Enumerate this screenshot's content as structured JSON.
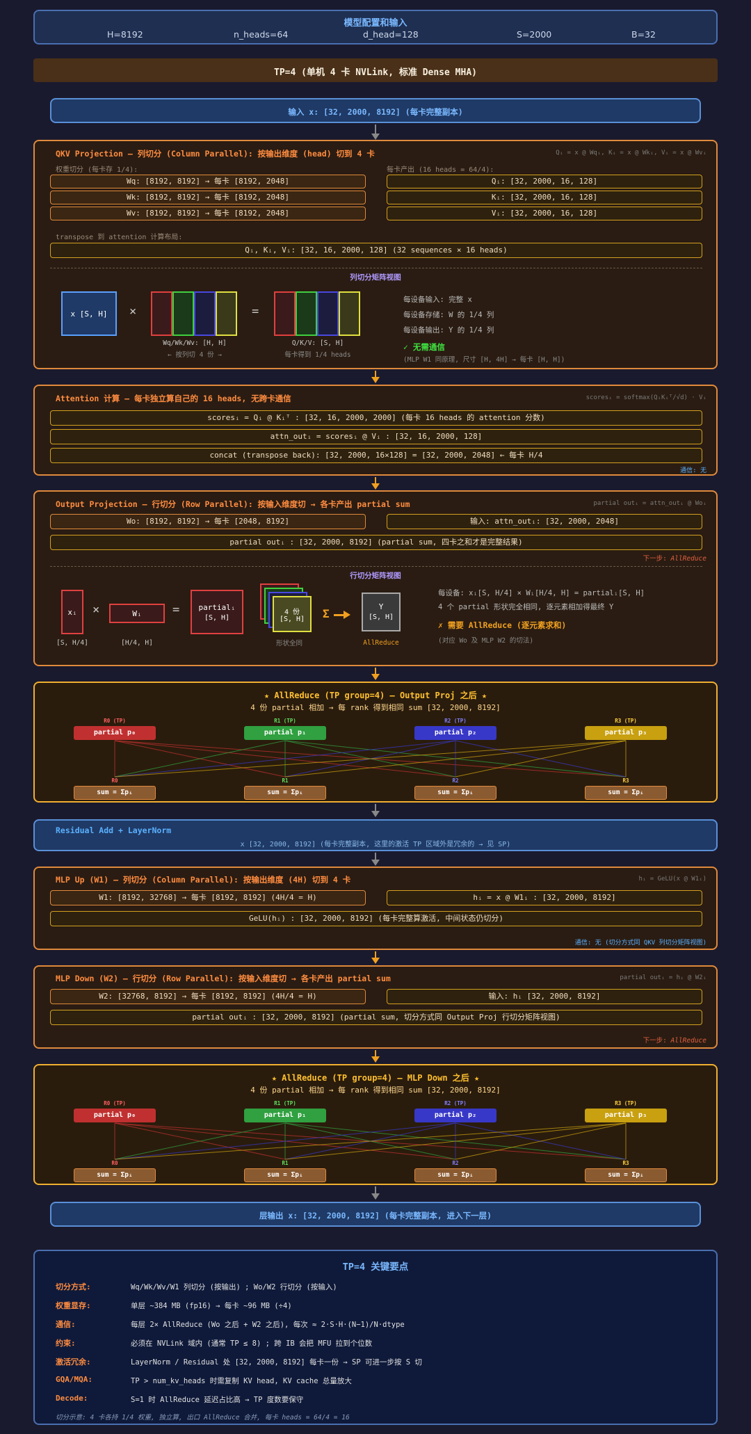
{
  "config": {
    "title": "模型配置和输入",
    "params": [
      "H=8192",
      "n_heads=64",
      "d_head=128",
      "S=2000",
      "B=32"
    ]
  },
  "tp_banner": "TP=4 (单机 4 卡 NVLink, 标准 Dense MHA)",
  "input": "输入 x: [32, 2000, 8192] (每卡完整副本)",
  "qkv": {
    "title": "QKV Projection — 列切分 (Column Parallel): 按输出维度 (head) 切到 4 卡",
    "formula": "Qᵢ = x @ Wqᵢ, Kᵢ = x @ Wkᵢ, Vᵢ = x @ Wvᵢ",
    "left_sub": "权重切分 (每卡存 1/4):",
    "right_sub": "每卡产出 (16 heads = 64/4):",
    "weights": [
      "Wq: [8192, 8192] → 每卡 [8192, 2048]",
      "Wk: [8192, 8192] → 每卡 [8192, 2048]",
      "Wv: [8192, 8192] → 每卡 [8192, 2048]"
    ],
    "outputs": [
      "Qᵢ: [32, 2000, 16, 128]",
      "Kᵢ: [32, 2000, 16, 128]",
      "Vᵢ: [32, 2000, 16, 128]"
    ],
    "transpose_sub": "transpose 到 attention 计算布局:",
    "transpose": "Qᵢ, Kᵢ, Vᵢ: [32, 16, 2000, 128] (32 sequences × 16 heads)",
    "view_title": "列切分矩阵视图",
    "x_label": "x [S, H]",
    "times": "×",
    "equals": "=",
    "w_cap1": "Wq/Wk/Wv: [H, H]",
    "w_cap2": "← 按列切 4 份 →",
    "o_cap1": "Q/K/V: [S, H]",
    "o_cap2": "每卡得到 1/4 heads",
    "notes": [
      "每设备输入: 完整 x",
      "每设备存储: W 的 1/4 列",
      "每设备输出: Y 的 1/4 列"
    ],
    "no_comm": "✓ 无需通信",
    "mlp_note": "(MLP W1 同原理, 尺寸 [H, 4H] → 每卡 [H, H])"
  },
  "attn": {
    "title": "Attention 计算 — 每卡独立算自己的 16 heads, 无跨卡通信",
    "formula": "scoresᵢ = softmax(QᵢKᵢᵀ/√d) · Vᵢ",
    "rows": [
      "scoresᵢ = Qᵢ @ Kᵢᵀ : [32, 16, 2000, 2000] (每卡 16 heads 的 attention 分数)",
      "attn_outᵢ = scoresᵢ @ Vᵢ : [32, 16, 2000, 128]",
      "concat (transpose back): [32, 2000, 16×128] = [32, 2000, 2048] ← 每卡 H/4"
    ],
    "comm": "通信: 无"
  },
  "outproj": {
    "title": "Output Projection — 行切分 (Row Parallel): 按输入维度切 → 各卡产出 partial sum",
    "formula": "partial outᵢ = attn_outᵢ @ Woᵢ",
    "wo": "Wo: [8192, 8192] → 每卡 [2048, 8192]",
    "input": "输入: attn_outᵢ: [32, 2000, 2048]",
    "partial": "partial outᵢ : [32, 2000, 8192] (partial sum, 四卡之和才是完整结果)",
    "next_prefix": "下一步: ",
    "next": "AllReduce",
    "view_title": "行切分矩阵视图",
    "xi": "xᵢ",
    "wi": "Wᵢ",
    "times": "×",
    "equals": "=",
    "pi1": "partialᵢ",
    "pi2": "[S, H]",
    "xi_cap": "[S, H/4]",
    "wi_cap": "[H/4, H]",
    "stack1": "4 份",
    "stack2": "[S, H]",
    "stack_cap": "形状全同",
    "sigma": "Σ",
    "y1": "Y",
    "y2": "[S, H]",
    "y_cap": "AllReduce",
    "notes": [
      "每设备: xᵢ[S, H/4] × Wᵢ[H/4, H] = partialᵢ[S, H]",
      "4 个 partial 形状完全相同, 逐元素相加得最终 Y"
    ],
    "need": "✗ 需要 AllReduce (逐元素求和)",
    "note2": "(对应 Wo 及 MLP W2 的切法)"
  },
  "allreduce1": {
    "title": "★ AllReduce (TP group=4) — Output Proj 之后 ★",
    "sub": "4 份 partial 相加 → 每 rank 得到相同 sum [32, 2000, 8192]",
    "ranks": [
      "R0 (TP)",
      "R1 (TP)",
      "R2 (TP)",
      "R3 (TP)"
    ],
    "partials": [
      "partial p₀",
      "partial p₁",
      "partial p₂",
      "partial p₃"
    ],
    "dest": [
      "R0",
      "R1",
      "R2",
      "R3"
    ],
    "sums": [
      "sum = Σpᵢ",
      "sum = Σpᵢ",
      "sum = Σpᵢ",
      "sum = Σpᵢ"
    ]
  },
  "residual": {
    "title": "Residual Add + LayerNorm",
    "sub": "x [32, 2000, 8192] (每卡完整副本, 这里的激活 TP 区域外是冗余的 → 见 SP)"
  },
  "mlpup": {
    "title": "MLP Up (W1) — 列切分 (Column Parallel): 按输出维度 (4H) 切到 4 卡",
    "formula": "hᵢ = GeLU(x @ W1ᵢ)",
    "w1": "W1: [8192, 32768] → 每卡 [8192, 8192] (4H/4 = H)",
    "h": "hᵢ = x @ W1ᵢ : [32, 2000, 8192]",
    "gelu": "GeLU(hᵢ) : [32, 2000, 8192] (每卡完整算激活, 中间状态仍切分)",
    "comm": "通信: 无 (切分方式同 QKV 列切分矩阵视图)"
  },
  "mlpdown": {
    "title": "MLP Down (W2) — 行切分 (Row Parallel): 按输入维度切 → 各卡产出 partial sum",
    "formula": "partial outᵢ = hᵢ @ W2ᵢ",
    "w2": "W2: [32768, 8192] → 每卡 [8192, 8192] (4H/4 = H)",
    "input": "输入: hᵢ [32, 2000, 8192]",
    "partial": "partial outᵢ : [32, 2000, 8192] (partial sum, 切分方式同 Output Proj 行切分矩阵视图)",
    "next_prefix": "下一步: ",
    "next": "AllReduce"
  },
  "allreduce2": {
    "title": "★ AllReduce (TP group=4) — MLP Down 之后 ★",
    "sub": "4 份 partial 相加 → 每 rank 得到相同 sum [32, 2000, 8192]",
    "ranks": [
      "R0 (TP)",
      "R1 (TP)",
      "R2 (TP)",
      "R3 (TP)"
    ],
    "partials": [
      "partial p₀",
      "partial p₁",
      "partial p₂",
      "partial p₃"
    ],
    "dest": [
      "R0",
      "R1",
      "R2",
      "R3"
    ],
    "sums": [
      "sum = Σpᵢ",
      "sum = Σpᵢ",
      "sum = Σpᵢ",
      "sum = Σpᵢ"
    ]
  },
  "output": "层输出 x: [32, 2000, 8192] (每卡完整副本, 进入下一层)",
  "keypoints": {
    "title": "TP=4 关键要点",
    "items": [
      {
        "label": "切分方式:",
        "value": "Wq/Wk/Wv/W1 列切分 (按输出) ; Wo/W2 行切分 (按输入)"
      },
      {
        "label": "权重显存:",
        "value": "单层 ~384 MB (fp16) → 每卡 ~96 MB (÷4)"
      },
      {
        "label": "通信:",
        "value": "每层 2× AllReduce (Wo 之后 + W2 之后), 每次 ≈ 2·S·H·(N−1)/N·dtype"
      },
      {
        "label": "约束:",
        "value": "必须在 NVLink 域内 (通常 TP ≤ 8) ; 跨 IB 会把 MFU 拉到个位数"
      },
      {
        "label": "激活冗余:",
        "value": "LayerNorm / Residual 处 [32, 2000, 8192] 每卡一份 → SP 可进一步按 S 切"
      },
      {
        "label": "GQA/MQA:",
        "value": "TP > num_kv_heads 时需复制 KV head, KV cache 总量放大"
      },
      {
        "label": "Decode:",
        "value": "S=1 时 AllReduce 延迟占比高 → TP 度数要保守"
      }
    ],
    "footer": "切分示意: 4 卡各持 1/4 权重, 独立算, 出口 AllReduce 合并, 每卡 heads = 64/4 = 16"
  },
  "colors": {
    "r0": "#c03030",
    "r1": "#30a040",
    "r2": "#3838c8",
    "r3": "#c8a010",
    "orange": "#e08a3c",
    "gold": "#f0b030",
    "blue": "#4a6fb0"
  }
}
